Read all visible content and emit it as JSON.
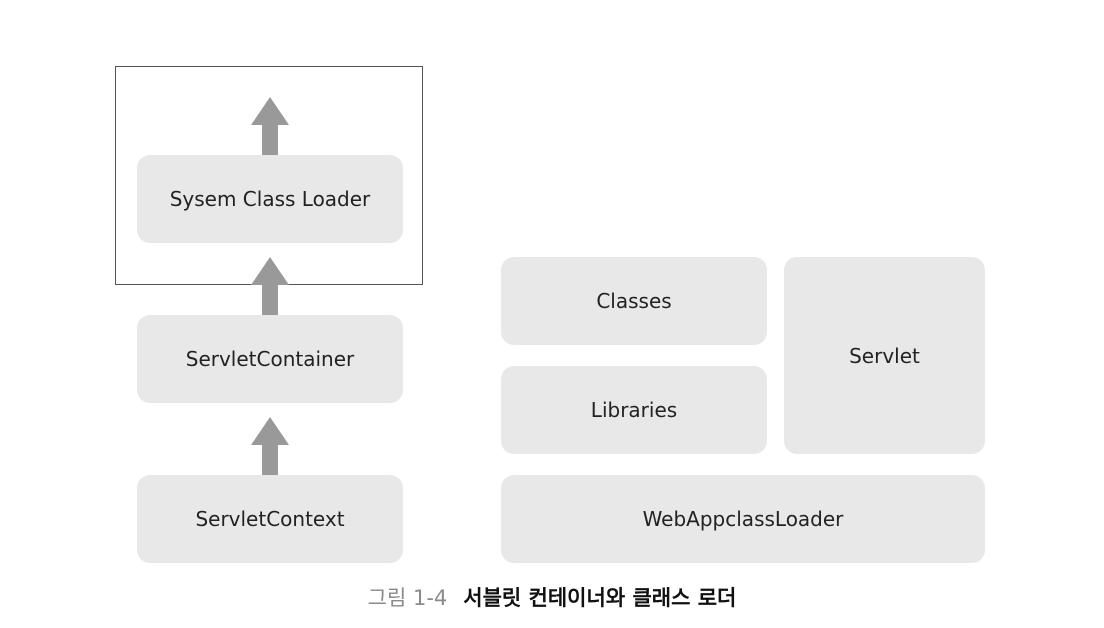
{
  "diagram": {
    "left_stack": {
      "system_class_loader": "Sysem Class Loader",
      "servlet_container": "ServletContainer",
      "servlet_context": "ServletContext"
    },
    "right_group": {
      "classes": "Classes",
      "libraries": "Libraries",
      "servlet": "Servlet",
      "web_app_class_loader": "WebAppclassLoader"
    },
    "colors": {
      "box_fill": "#e8e8e8",
      "arrow_fill": "#999999",
      "frame_border": "#555555"
    }
  },
  "caption": {
    "figure_number": "그림 1-4",
    "title": "서블릿 컨테이너와 클래스 로더"
  }
}
